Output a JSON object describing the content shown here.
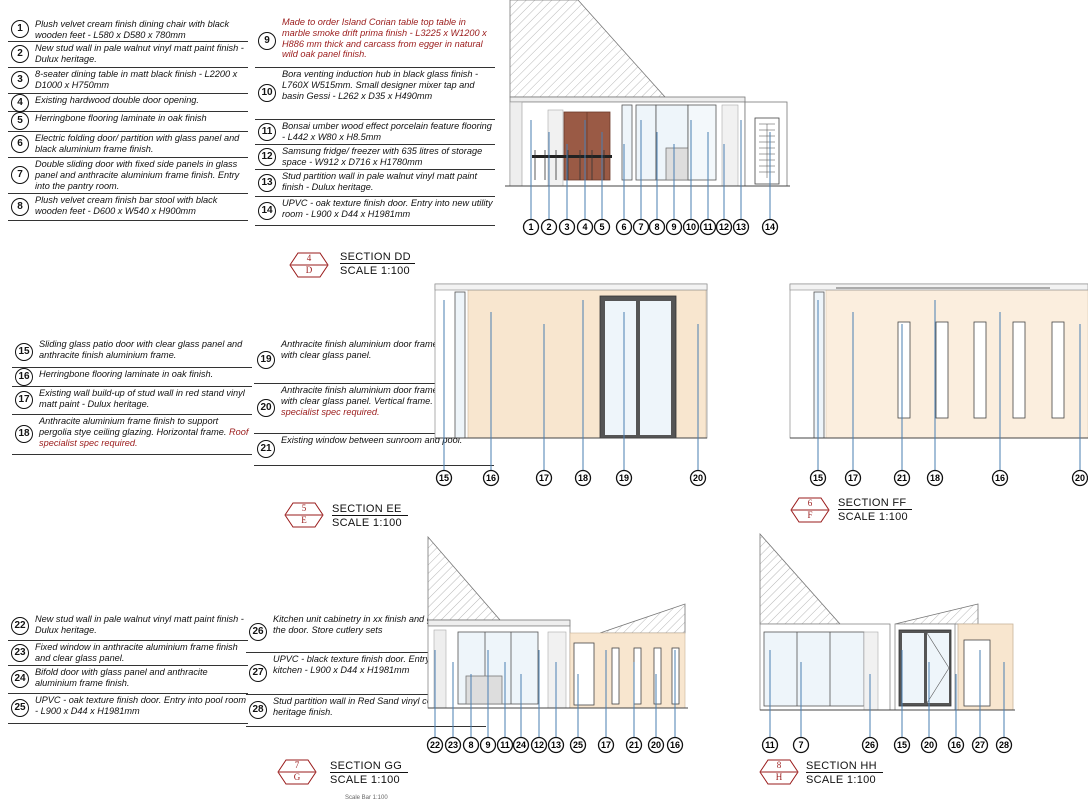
{
  "notes_dd_left": [
    {
      "n": "1",
      "text": "Plush velvet cream finish dining chair with black wooden feet - L580 x D580 x 780mm"
    },
    {
      "n": "2",
      "text": "New stud wall in pale walnut vinyl matt paint finish - Dulux heritage."
    },
    {
      "n": "3",
      "text": "8-seater dining table in matt black finish - L2200 x D1000 x H750mm"
    },
    {
      "n": "4",
      "text": "Existing hardwood double door opening."
    },
    {
      "n": "5",
      "text": "Herringbone flooring laminate in oak finish"
    },
    {
      "n": "6",
      "text": "Electric folding door/ partition with glass panel and black aluminium frame finish."
    },
    {
      "n": "7",
      "text": "Double sliding door with fixed side panels in glass panel and anthracite aluminium frame finish. Entry into the pantry room."
    },
    {
      "n": "8",
      "text": "Plush velvet cream finish bar stool with black wooden feet - D600 x W540 x H900mm"
    }
  ],
  "notes_dd_right": [
    {
      "n": "9",
      "text": "Made to order Island Corian table top table in marble smoke drift prima finish - L3225 x W1200 x H886 mm thick and carcass from egger in natural wild oak panel finish.",
      "red": true
    },
    {
      "n": "10",
      "text": "Bora venting induction hub in black glass finish - L760X W515mm. Small designer mixer tap and basin Gessi - L262 x D35 x H490mm"
    },
    {
      "n": "11",
      "text": "Bonsai umber wood effect porcelain feature flooring - L442 x W80 x H8.5mm"
    },
    {
      "n": "12",
      "text": "Samsung fridge/ freezer with 635 litres of storage space - W912 x D716 x H1780mm"
    },
    {
      "n": "13",
      "text": "Stud partition wall in pale walnut vinyl matt paint finish - Dulux heritage."
    },
    {
      "n": "14",
      "text": "UPVC - oak texture finish door. Entry into new utility room - L900 x D44 x H1981mm"
    }
  ],
  "notes_ee_left": [
    {
      "n": "15",
      "text": "Sliding glass patio door with clear glass panel and anthracite finish aluminium frame."
    },
    {
      "n": "16",
      "text": "Herringbone flooring laminate in oak finish."
    },
    {
      "n": "17",
      "text": "Existing wall build-up of stud wall in red stand vinyl matt paint - Dulux heritage."
    },
    {
      "n": "18",
      "text": "Anthracite aluminium frame finish to support pergolia stye ceiling glazing. Horizontal frame.",
      "red_text": "Roof specialist spec required."
    }
  ],
  "notes_ee_right": [
    {
      "n": "19",
      "text": "Anthracite finish aluminium door frame and handle with clear glass panel."
    },
    {
      "n": "20",
      "text": "Anthracite finish aluminium door frame and handle with clear glass panel. Vertical frame.",
      "red_text": "Roof specialist spec required."
    },
    {
      "n": "21",
      "text": "Existing window between sunroom and pool."
    }
  ],
  "notes_gg_left": [
    {
      "n": "22",
      "text": "New stud wall in pale walnut vinyl matt paint finish - Dulux heritage."
    },
    {
      "n": "23",
      "text": "Fixed window in anthracite aluminium frame finish and clear glass panel."
    },
    {
      "n": "24",
      "text": "Bifold door with glass panel and anthracite aluminium frame finish."
    },
    {
      "n": "25",
      "text": "UPVC - oak texture finish door. Entry into pool room - L900 x D44 x H1981mm"
    }
  ],
  "notes_gg_right": [
    {
      "n": "26",
      "text": "Kitchen unit cabinetry in xx finish and glass panel on the door. Store cutlery sets"
    },
    {
      "n": "27",
      "text": "UPVC - black texture finish door. Entry into prep kitchen - L900 x D44 x H1981mm"
    },
    {
      "n": "28",
      "text": "Stud partition wall in Red Sand vinyl coated Dulux heritage finish."
    }
  ],
  "sections": {
    "dd": {
      "num": "4",
      "letter": "D",
      "title": "SECTION DD",
      "scale": "SCALE 1:100"
    },
    "ee": {
      "num": "5",
      "letter": "E",
      "title": "SECTION EE",
      "scale": "SCALE 1:100"
    },
    "ff": {
      "num": "6",
      "letter": "F",
      "title": "SECTION FF",
      "scale": "SCALE 1:100"
    },
    "gg": {
      "num": "7",
      "letter": "G",
      "title": "SECTION GG",
      "scale": "SCALE 1:100"
    },
    "hh": {
      "num": "8",
      "letter": "H",
      "title": "SECTION HH",
      "scale": "SCALE 1:100"
    }
  },
  "callouts": {
    "dd": [
      "1",
      "2",
      "3",
      "4",
      "5",
      "6",
      "7",
      "8",
      "9",
      "10",
      "11",
      "12",
      "13",
      "14"
    ],
    "ee": [
      "15",
      "16",
      "17",
      "18",
      "19",
      "20"
    ],
    "ff": [
      "15",
      "17",
      "21",
      "18",
      "16",
      "20"
    ],
    "gg": [
      "22",
      "23",
      "8",
      "9",
      "11",
      "24",
      "12",
      "13",
      "25",
      "17",
      "21",
      "20",
      "16"
    ],
    "hh": [
      "11",
      "7",
      "26",
      "15",
      "20",
      "16",
      "27",
      "28"
    ]
  },
  "bottom_note": "Scale Bar 1:100",
  "colors": {
    "wall": "#f8e6cf",
    "wall_light": "#fbeede",
    "glass": "#eef5fa",
    "leader": "#4a7fb2",
    "red": "#9a1b1b",
    "frame": "#555555"
  }
}
